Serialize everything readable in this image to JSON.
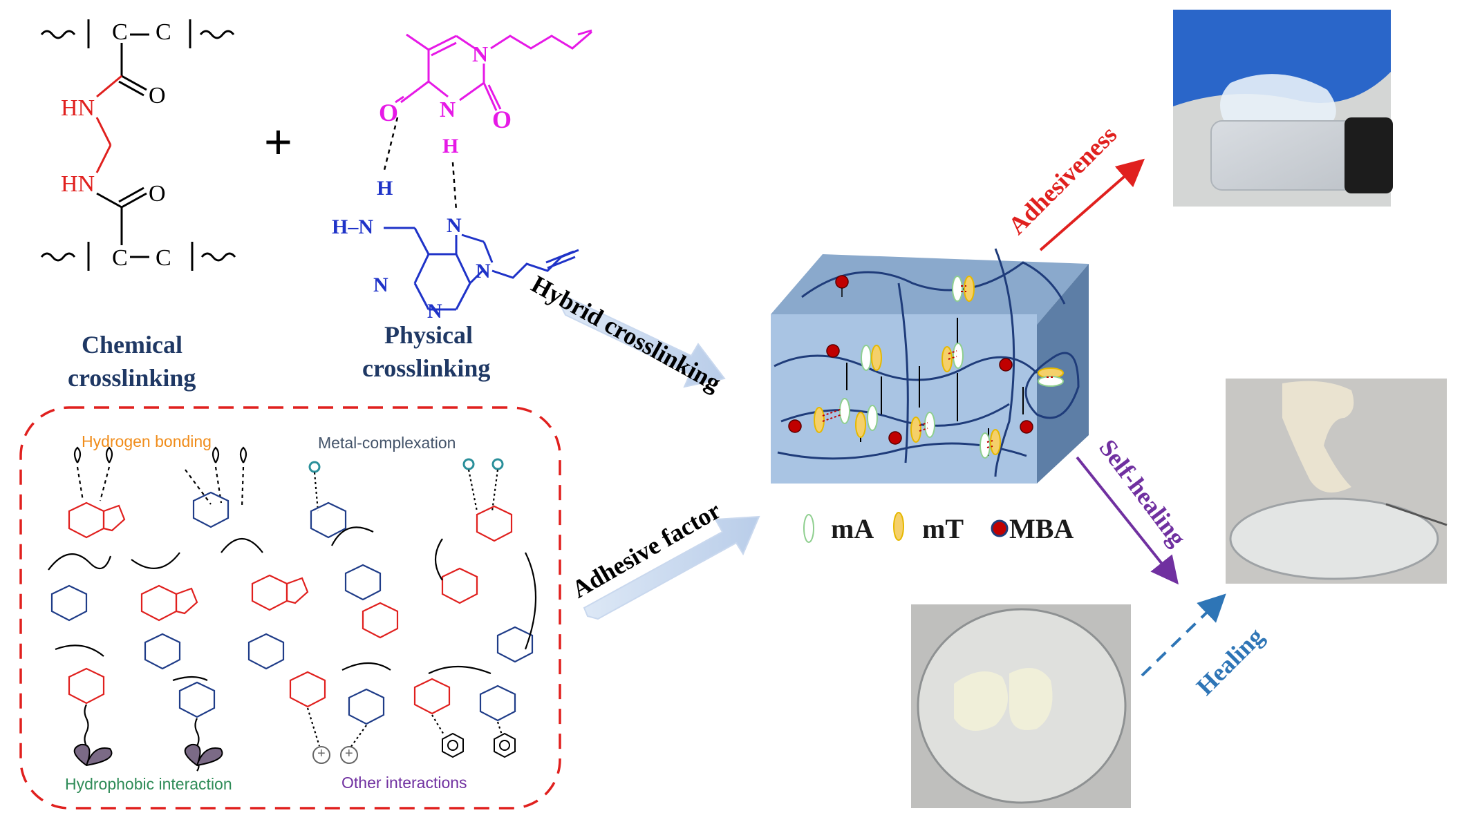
{
  "chemical": {
    "label_line1": "Chemical",
    "label_line2": "crosslinking",
    "atom_c": "C",
    "atom_o": "O",
    "atom_hn": "HN",
    "plus": "+"
  },
  "physical": {
    "label_line1": "Physical",
    "label_line2": "crosslinking",
    "atom_n": "N",
    "atom_o": "O",
    "atom_h": "H",
    "atom_hn": "H–N"
  },
  "box_panel": {
    "hydrogen_bonding": "Hydrogen bonding",
    "metal_complexation": "Metal-complexation",
    "hydrophobic_interaction": "Hydrophobic interaction",
    "other_interactions": "Other interactions",
    "plus_sign": "+"
  },
  "arrows": {
    "hybrid_crosslinking": "Hybrid crosslinking",
    "adhesive_factor": "Adhesive factor",
    "adhesiveness": "Adhesiveness",
    "self_healing": "Self-healing",
    "healing": "Healing"
  },
  "legend": {
    "ma": "mA",
    "mt": "mT",
    "mba": "MBA"
  },
  "colors": {
    "navy": "#1f3864",
    "red": "#e0201e",
    "magenta": "#e619e6",
    "blue": "#1f33c8",
    "orange": "#f08c1a",
    "slate": "#44546a",
    "green": "#2e8b57",
    "purple": "#7030a0",
    "healing_blue": "#2e75b6",
    "cube_front": "#a9c4e3",
    "cube_top": "#8aa9cc",
    "cube_side": "#5d7ea6"
  }
}
